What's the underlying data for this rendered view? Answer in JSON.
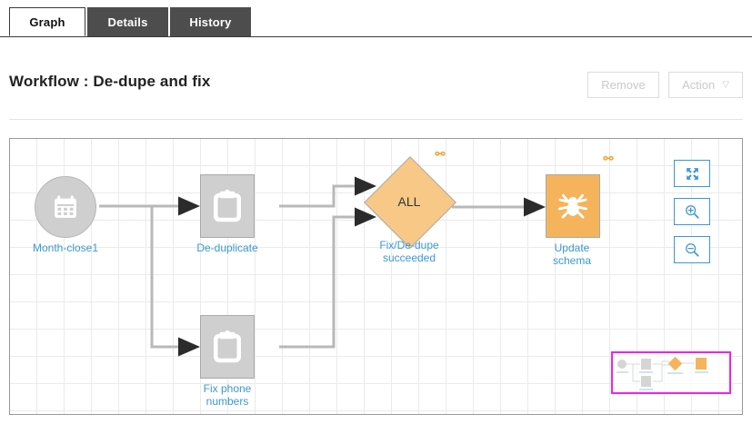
{
  "tabs": [
    {
      "label": "Graph",
      "active": true
    },
    {
      "label": "Details",
      "active": false
    },
    {
      "label": "History",
      "active": false
    }
  ],
  "header": {
    "title": "Workflow : De-dupe and fix",
    "remove_label": "Remove",
    "action_label": "Action",
    "action_caret": "▽"
  },
  "graph": {
    "nodes": [
      {
        "id": "month-close1",
        "label": "Month-close1",
        "icon": "calendar-icon",
        "shape": "circle",
        "color": "#cfcfcf"
      },
      {
        "id": "de-duplicate",
        "label": "De-duplicate",
        "icon": "clipboard-icon",
        "shape": "square",
        "color": "#cfcfcf"
      },
      {
        "id": "fix-phone",
        "label": "Fix phone\nnumbers",
        "icon": "clipboard-icon",
        "shape": "square",
        "color": "#cfcfcf"
      },
      {
        "id": "fix-dedupe",
        "label": "Fix/De-dupe\nsucceeded",
        "icon": "none",
        "shape": "diamond",
        "color": "#f8c887",
        "text": "ALL",
        "badge": "link-icon"
      },
      {
        "id": "update-schema",
        "label": "Update\nschema",
        "icon": "spider-icon",
        "shape": "square",
        "color": "#f5b45c",
        "badge": "link-icon"
      }
    ],
    "badge_glyph": "⚯",
    "controls": [
      {
        "id": "fit-screen",
        "icon": "expand-arrows-icon"
      },
      {
        "id": "zoom-in",
        "icon": "zoom-in-icon"
      },
      {
        "id": "zoom-out",
        "icon": "zoom-out-icon"
      }
    ],
    "minimap": {
      "border_color": "#ee22ee"
    },
    "colors": {
      "label": "#3d97d3",
      "edge": "#b8b8b8",
      "grid": "#e9ebec",
      "accent_orange": "#f5b45c",
      "accent_blue": "#3d97d3"
    }
  }
}
